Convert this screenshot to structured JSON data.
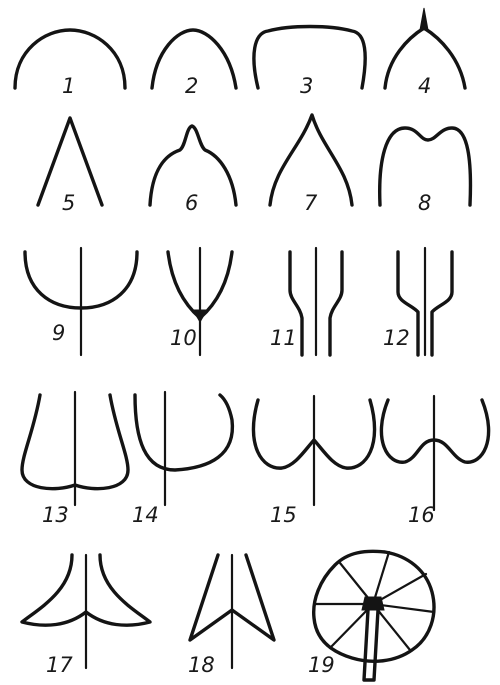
{
  "figure": {
    "labels": [
      "1",
      "2",
      "3",
      "4",
      "5",
      "6",
      "7",
      "8",
      "9",
      "10",
      "11",
      "12",
      "13",
      "14",
      "15",
      "16",
      "17",
      "18",
      "19"
    ],
    "ink_color": "#141414",
    "background": "#ffffff"
  }
}
